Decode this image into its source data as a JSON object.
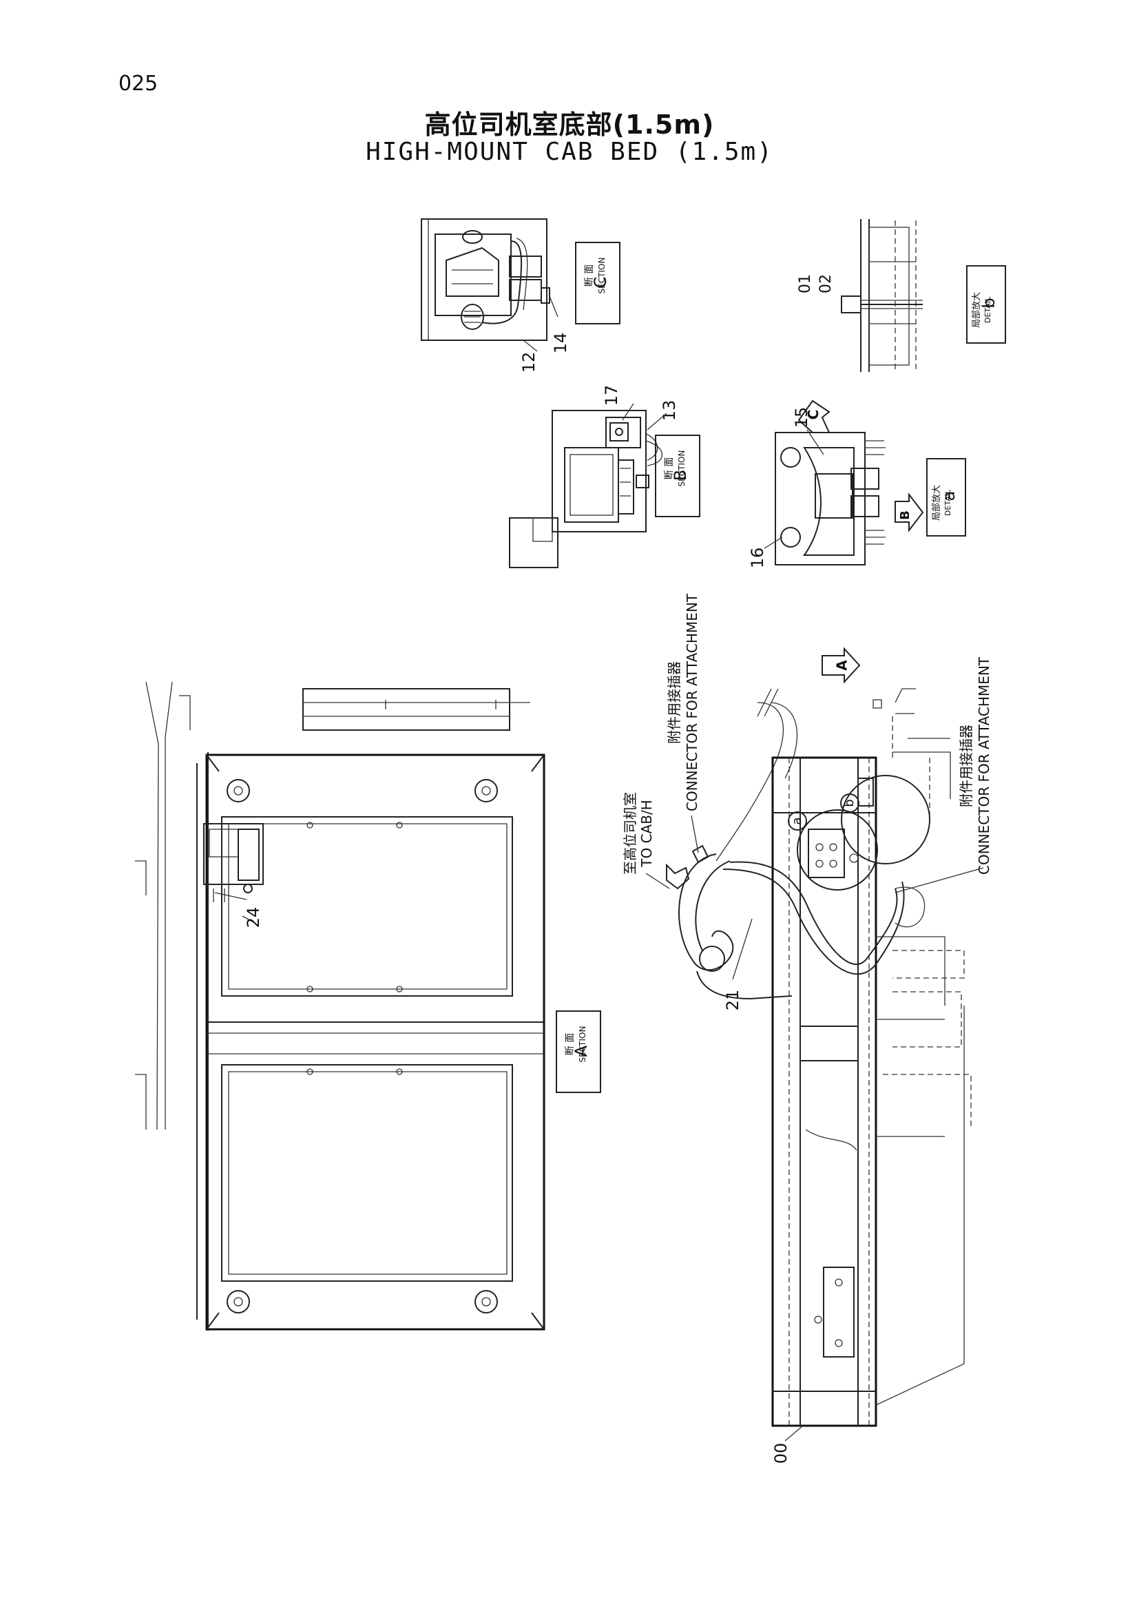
{
  "page": {
    "number": "025"
  },
  "title": {
    "cn": "高位司机室底部(1.5m)",
    "en": "HIGH-MOUNT CAB BED (1.5m)"
  },
  "views": {
    "section_a": {
      "cn": "断 面",
      "en": "SECTION",
      "letter": "A"
    },
    "section_b": {
      "cn": "断 面",
      "en": "SECTION",
      "letter": "B"
    },
    "section_c": {
      "cn": "断 面",
      "en": "SECTION",
      "letter": "C"
    },
    "detail_a": {
      "cn": "局部放大",
      "en": "DETAIL",
      "letter": "a"
    },
    "detail_b": {
      "cn": "局部放大",
      "en": "DETAIL",
      "letter": "b"
    }
  },
  "notes": {
    "to_cab_cn": "至高位司机室",
    "to_cab_en": "TO CAB/H",
    "connector_cn": "附件用接插器",
    "connector_en": "CONNECTOR FOR ATTACHMENT"
  },
  "view_markers": {
    "arrow_a": "A",
    "arrow_b": "B",
    "arrow_c": "C",
    "circle_a": "a",
    "circle_b": "b"
  },
  "callouts": [
    "00",
    "01",
    "02",
    "12",
    "13",
    "14",
    "15",
    "16",
    "17",
    "21",
    "24"
  ]
}
